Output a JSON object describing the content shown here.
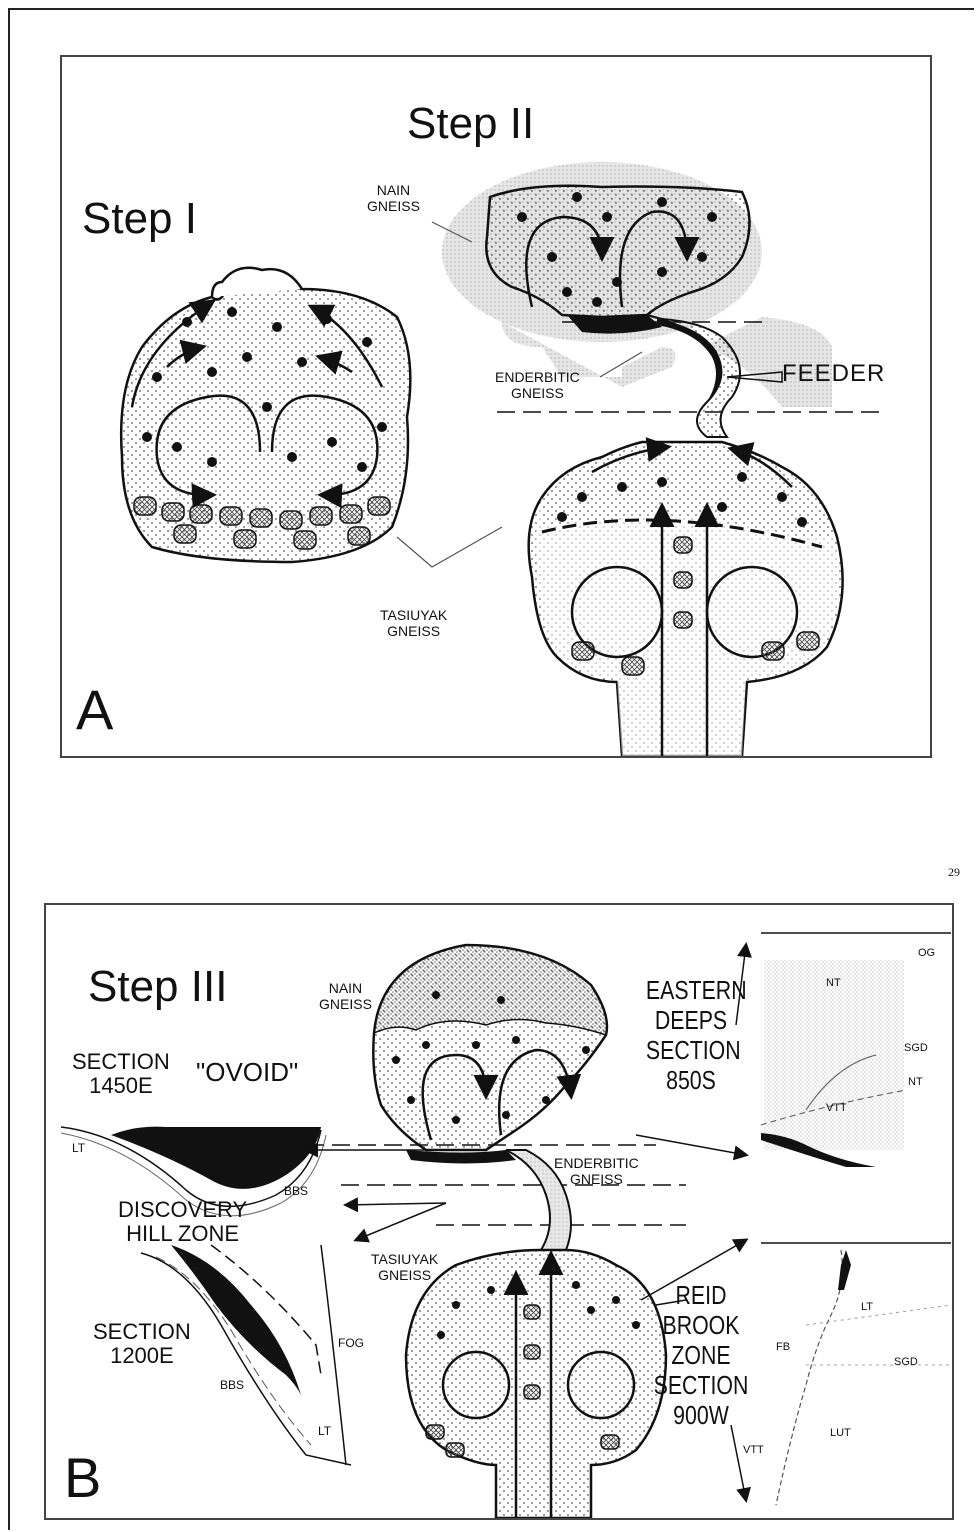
{
  "panel_a": {
    "letter": "A",
    "step1_title": "Step I",
    "step2_title": "Step II",
    "nain_gneiss": [
      "NAIN",
      "GNEISS"
    ],
    "enderbitic_gneiss": [
      "ENDERBITIC",
      "GNEISS"
    ],
    "feeder": "FEEDER",
    "tasiuyak_gneiss": [
      "TASIUYAK",
      "GNEISS"
    ]
  },
  "page_number": "29",
  "panel_b": {
    "letter": "B",
    "step3_title": "Step III",
    "section_1450e": [
      "SECTION",
      "1450E"
    ],
    "ovoid": "\"OVOID\"",
    "lt_left": "LT",
    "bbs_top": "BBS",
    "discovery_hill_zone": [
      "DISCOVERY",
      "HILL ZONE"
    ],
    "section_1200e": [
      "SECTION",
      "1200E"
    ],
    "fog": "FOG",
    "bbs_bottom": "BBS",
    "lt_bottom": "LT",
    "nain_gneiss": [
      "NAIN",
      "GNEISS"
    ],
    "enderbitic_gneiss": [
      "ENDERBITIC",
      "GNEISS"
    ],
    "tasiuyak_gneiss": [
      "TASIUYAK",
      "GNEISS"
    ],
    "eastern_deeps": [
      "EASTERN",
      "DEEPS",
      "SECTION",
      "850S"
    ],
    "og": "OG",
    "nt_top": "NT",
    "sgd_top": "SGD",
    "nt_mid": "NT",
    "vtt_top": "VTT",
    "reid_brook": [
      "REID",
      "BROOK",
      "ZONE",
      "SECTION",
      "900W"
    ],
    "lt_right": "LT",
    "fb": "FB",
    "sgd_bottom": "SGD",
    "lut": "LUT",
    "vtt_bottom": "VTT"
  }
}
